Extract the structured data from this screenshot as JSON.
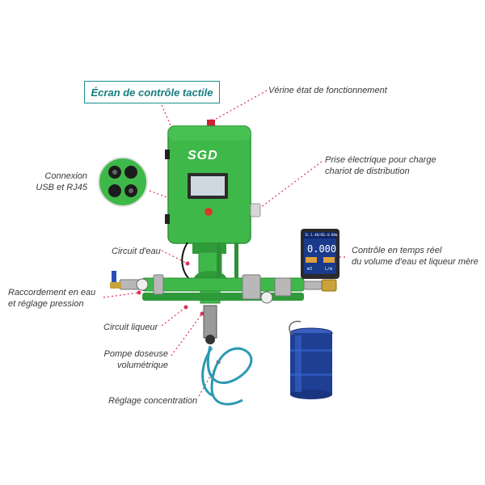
{
  "title_box": "Écran de contrôle tactile",
  "brand": "SGD",
  "labels": {
    "verine": "Vérine état de fonctionnement",
    "prise_1": "Prise électrique pour charge",
    "prise_2": "chariot de distribution",
    "usb_1": "Connexion",
    "usb_2": "USB et RJ45",
    "circuit_eau": "Circuit d'eau",
    "controle_1": "Contrôle en temps réel",
    "controle_2": "du volume d'eau et liqueur mère",
    "raccord_1": "Raccordement en eau",
    "raccord_2": "et réglage pression",
    "circuit_liqueur": "Circuit liqueur",
    "pompe_1": "Pompe doseuse",
    "pompe_2": "volumétrique",
    "reglage": "Réglage concentration"
  },
  "display": {
    "value": "0.000",
    "unit_left": "m3",
    "unit_right": "L/m",
    "tab_left": "IL:1.4B/A",
    "tab_right": "IL:0.B0m"
  },
  "colors": {
    "cabinet_green": "#3fb84a",
    "accent_teal": "#157d7d",
    "leader_dots": "#d9345a",
    "barrel_blue": "#1f3f94",
    "lcd_bg": "#1a3a8c"
  }
}
